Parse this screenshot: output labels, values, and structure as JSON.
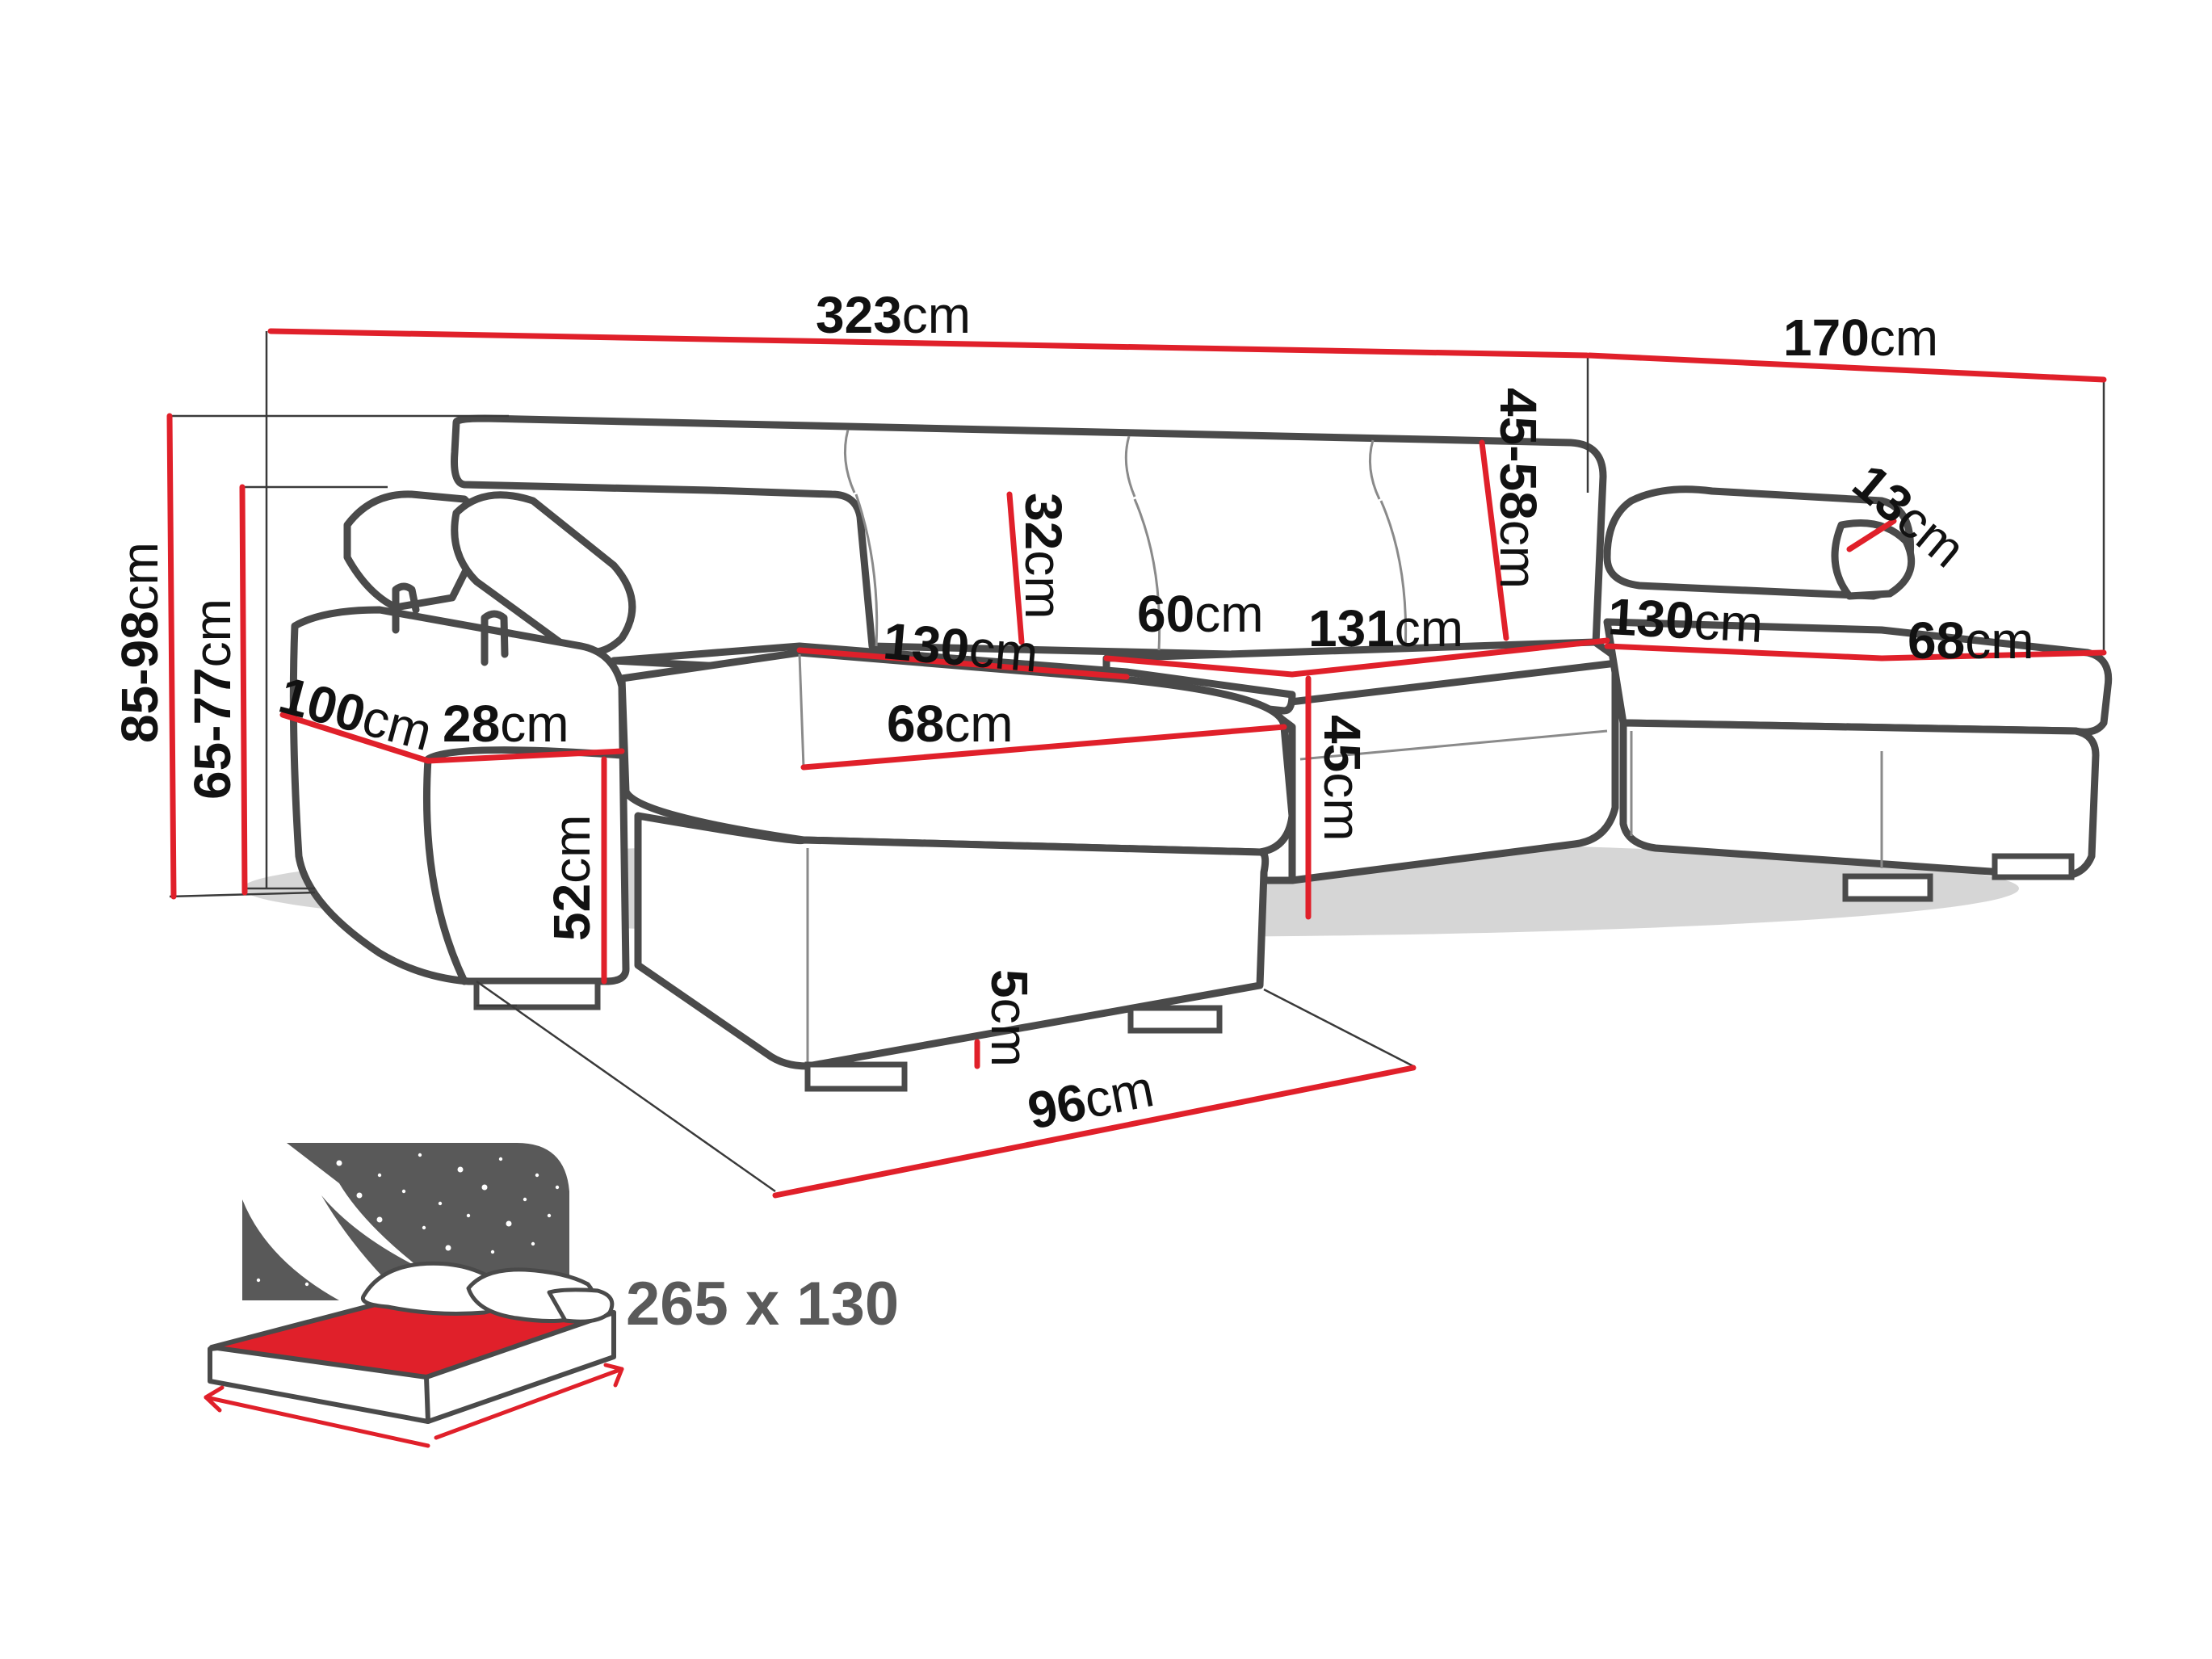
{
  "dimensions": {
    "total_width": {
      "value": "323",
      "unit": "cm"
    },
    "right_depth": {
      "value": "170",
      "unit": "cm"
    },
    "total_height": {
      "value": "85-98",
      "unit": "cm"
    },
    "back_height": {
      "value": "65-77",
      "unit": "cm"
    },
    "armrest_depth": {
      "value": "100",
      "unit": "cm"
    },
    "armrest_width": {
      "value": "28",
      "unit": "cm"
    },
    "armrest_height": {
      "value": "52",
      "unit": "cm"
    },
    "left_chaise_length": {
      "value": "130",
      "unit": "cm"
    },
    "left_chaise_seat_depth": {
      "value": "68",
      "unit": "cm"
    },
    "headrest_height": {
      "value": "32",
      "unit": "cm"
    },
    "middle_seat_depth": {
      "value": "60",
      "unit": "cm"
    },
    "middle_width": {
      "value": "131",
      "unit": "cm"
    },
    "headrest_adjust_height": {
      "value": "45-58",
      "unit": "cm"
    },
    "right_chaise_length": {
      "value": "130",
      "unit": "cm"
    },
    "right_headrest_depth": {
      "value": "13",
      "unit": "cm"
    },
    "right_chaise_seat_depth": {
      "value": "68",
      "unit": "cm"
    },
    "seat_height": {
      "value": "45",
      "unit": "cm"
    },
    "leg_height": {
      "value": "5",
      "unit": "cm"
    },
    "chaise_width": {
      "value": "96",
      "unit": "cm"
    }
  },
  "sleeping_area": {
    "label": "265 x 130"
  },
  "colors": {
    "dimension_line": "#e0202a",
    "outline": "#4a4a4a",
    "night_panel": "#595959",
    "mattress_top": "#e0202a",
    "bed_label": "#5a5a5a"
  },
  "icons": {
    "bed": "bed-with-pillows-icon",
    "night": "starry-night-icon"
  }
}
